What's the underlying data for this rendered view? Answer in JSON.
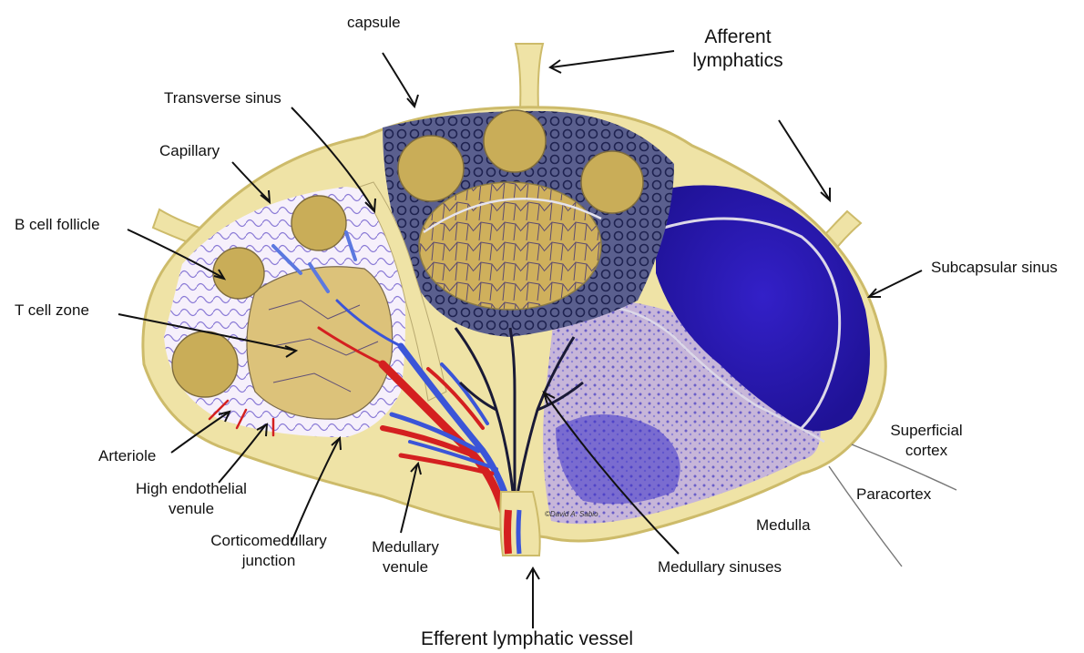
{
  "labels": {
    "capsule": "capsule",
    "afferent_lymphatics": "Afferent\nlymphatics",
    "transverse_sinus": "Transverse sinus",
    "capillary": "Capillary",
    "b_cell_follicle": "B cell follicle",
    "t_cell_zone": "T cell zone",
    "subcapsular_sinus": "Subcapsular sinus",
    "arteriole": "Arteriole",
    "high_endothelial_venule": "High endothelial\nvenule",
    "corticomedullary_junction": "Corticomedullary\njunction",
    "medullary_venule": "Medullary\nvenule",
    "medullary_sinuses": "Medullary sinuses",
    "superficial_cortex": "Superficial\ncortex",
    "paracortex": "Paracortex",
    "medulla": "Medulla",
    "efferent_lymphatic_vessel": "Efferent lymphatic vessel"
  },
  "credit": "©David A. Sabio",
  "colors": {
    "capsule_fill": "#efe3a6",
    "capsule_edge": "#cdbb6a",
    "follicle": "#c9ad58",
    "t_zone": "#dcc27a",
    "medulla_blue": "#3a2fc9",
    "medulla_light": "#b8a7d6",
    "artery_red": "#d42020",
    "vein_blue": "#3b55d8",
    "sinus_net": "#2a2f6e"
  }
}
